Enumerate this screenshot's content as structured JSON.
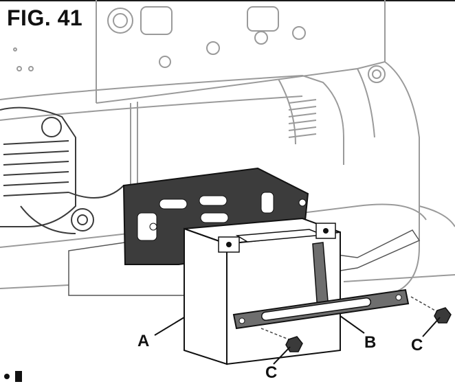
{
  "figure": {
    "title": "FIG. 41",
    "callouts": {
      "a": "A",
      "b": "B",
      "c_right": "C",
      "c_bottom": "C"
    }
  },
  "colors": {
    "ink": "#111111",
    "line_gray": "#8a8a8a",
    "bracket_dark": "#3c3c3c",
    "strap_gray": "#6e6e6e",
    "background": "#ffffff"
  }
}
